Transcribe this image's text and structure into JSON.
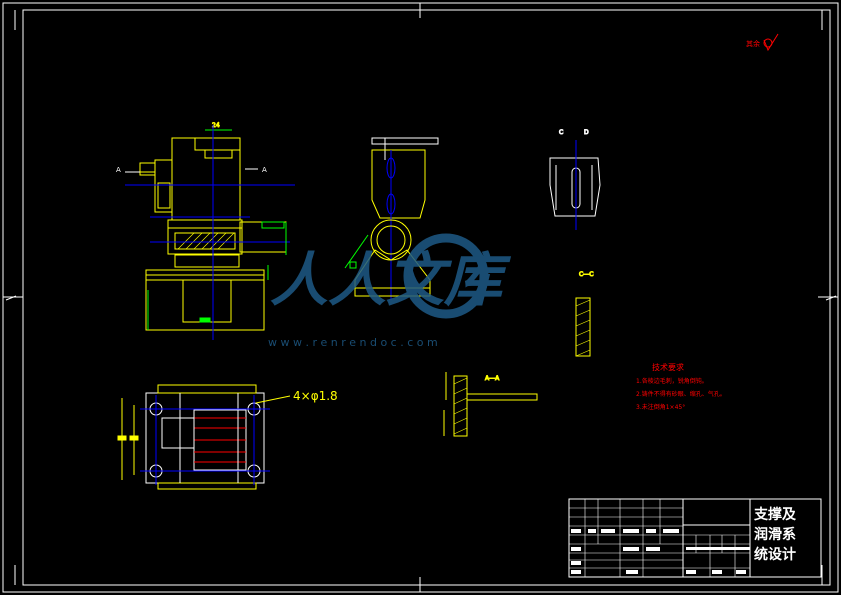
{
  "drawing": {
    "roughness_symbol_text": "其余",
    "section_labels": {
      "a_left": "A",
      "a_right": "A",
      "c_left": "C",
      "d_right": "D",
      "section_cc": "C—C",
      "section_aa": "A—A"
    },
    "hole_callout": "4×φ1.8",
    "tech_requirements": {
      "title": "技术要求",
      "items": [
        "1.各棱边毛刺，锐角倒钝。",
        "2.铸件不得有砂眼、缩孔、气孔。",
        "3.未注倒角1×45°"
      ]
    },
    "watermark": {
      "brand": "人人文库",
      "url": "w w w . r e n r e n d o c . c o m"
    },
    "title_block": {
      "line1": "支撑及",
      "line2": "润滑系",
      "line3": "统设计"
    }
  },
  "colors": {
    "background": "#000000",
    "border": "#ffffff",
    "part_outline": "#ffff00",
    "centerline": "#0000ff",
    "dimension": "#00ff00",
    "annotation": "#ff0000",
    "watermark": "#1e5a86"
  }
}
